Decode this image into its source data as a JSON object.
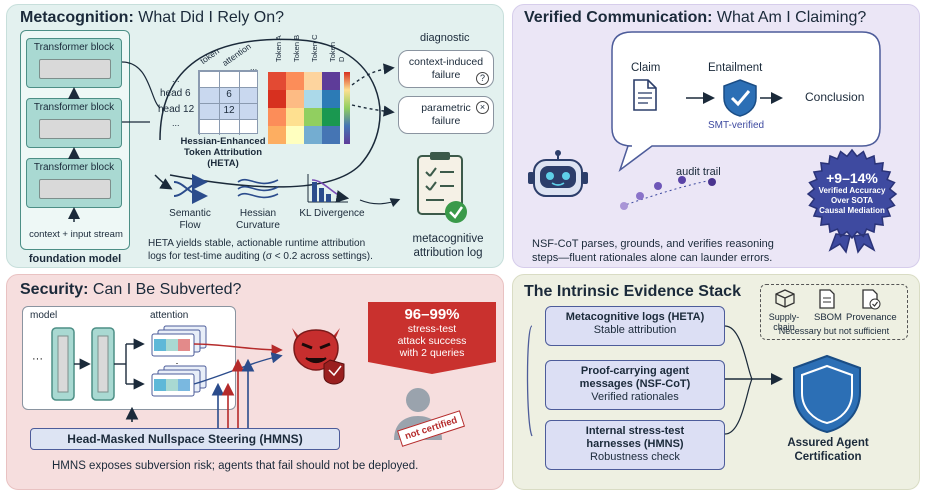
{
  "metacognition": {
    "title_bold": "Metacognition:",
    "title_rest": " What Did I Rely On?",
    "blocks": [
      "Transformer block",
      "Transformer block",
      "Transformer block"
    ],
    "input_label": "context + input stream",
    "model_label": "foundation model",
    "table_cols": [
      "token",
      "attention",
      "..."
    ],
    "table_rows": [
      {
        "head": "...",
        "val": ""
      },
      {
        "head": "head 6",
        "val": "6"
      },
      {
        "head": "head 12",
        "val": "12"
      },
      {
        "head": "...",
        "val": ""
      }
    ],
    "heta_label_1": "Hessian-Enhanced",
    "heta_label_2": "Token Attribution",
    "heta_label_3": "(HETA)",
    "heatmap_tokens": [
      "Token A",
      "Token B",
      "Token C",
      "Token D"
    ],
    "diagnostic_label": "diagnostic",
    "diag_1_line1": "context-induced",
    "diag_1_line2": "failure",
    "diag_2_line1": "parametric",
    "diag_2_line2": "failure",
    "tools": [
      {
        "l1": "Semantic",
        "l2": "Flow"
      },
      {
        "l1": "Hessian",
        "l2": "Curvature"
      },
      {
        "l1": "KL Divergence",
        "l2": ""
      }
    ],
    "caption_1": "HETA yields stable, actionable runtime attribution",
    "caption_2": "logs for test-time auditing (σ < 0.2 across settings).",
    "log_label_1": "metacognitive",
    "log_label_2": "attribution log"
  },
  "verified": {
    "title_bold": "Verified Communication:",
    "title_rest": " What Am I Claiming?",
    "claim": "Claim",
    "entailment": "Entailment",
    "smt": "SMT-verified",
    "conclusion": "Conclusion",
    "audit": "audit trail",
    "badge_1": "+9–14%",
    "badge_2": "Verified Accuracy",
    "badge_3": "Over SOTA",
    "badge_4": "Causal Mediation",
    "caption_1": "NSF-CoT parses, grounds, and verifies reasoning",
    "caption_2": "steps—fluent rationales alone can launder errors."
  },
  "security": {
    "title_bold": "Security:",
    "title_rest": " Can I Be Subverted?",
    "model_label": "model",
    "attention_label": "attention",
    "stat_1": "96–99%",
    "stat_2": "stress-test",
    "stat_3": "attack success",
    "stat_4": "with 2 queries",
    "not_certified": "not certified",
    "hmns": "Head-Masked Nullspace Steering (HMNS)",
    "caption": "HMNS exposes subversion risk; agents that fail should not be deployed."
  },
  "stack": {
    "title": "The Intrinsic Evidence Stack",
    "box1_b": "Metacognitive logs (HETA)",
    "box1_s": "Stable attribution",
    "box2_b1": "Proof-carrying agent",
    "box2_b2": "messages (NSF-CoT)",
    "box2_s": "Verified rationales",
    "box3_b1": "Internal stress-test",
    "box3_b2": "harnesses (HMNS)",
    "box3_s": "Robustness check",
    "supply_1": "Supply-",
    "supply_2": "chain",
    "sbom": "SBOM",
    "provenance": "Provenance",
    "necessary": "Necessary but not sufficient",
    "assured_1": "Assured Agent",
    "assured_2": "Certification"
  },
  "colors": {
    "teal": "#a9d9d2",
    "purple_panel": "#ebe6f6",
    "red_panel": "#f6dede",
    "green_panel": "#eef0e2",
    "stack_box": "#dcdff4",
    "badge": "#3e4aa0",
    "shield": "#2c6fb5"
  },
  "heatmap": [
    [
      "#e34a33",
      "#fc8d59",
      "#fdd49e",
      "#5e3c99"
    ],
    [
      "#d7301f",
      "#fdbb84",
      "#abd9e9",
      "#2c7bb6"
    ],
    [
      "#fc8d59",
      "#fee090",
      "#91cf60",
      "#1a9850"
    ],
    [
      "#fdae61",
      "#ffffbf",
      "#74add1",
      "#4575b4"
    ]
  ]
}
